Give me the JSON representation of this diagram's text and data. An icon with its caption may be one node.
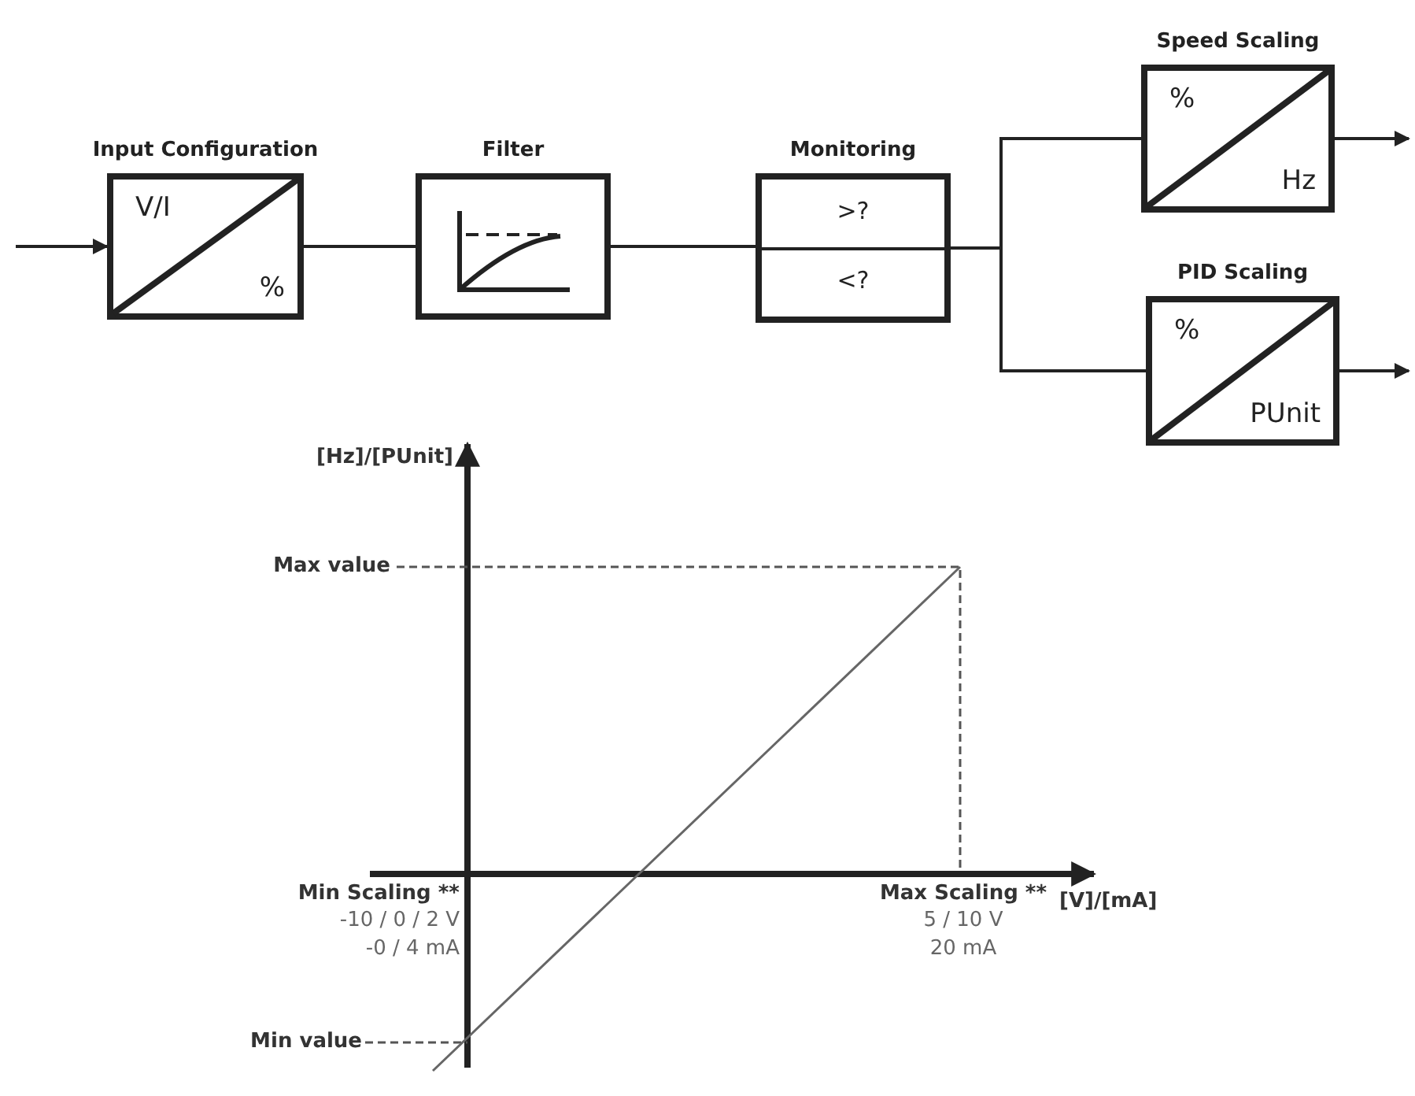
{
  "diagram": {
    "nodes": [
      {
        "text": [
          "Input Configuration",
          "V/I",
          "%"
        ]
      },
      {
        "text": [
          "Filter"
        ]
      },
      {
        "text": [
          "Monitoring",
          ">?",
          "<?"
        ]
      },
      {
        "text": [
          "Speed Scaling",
          "%",
          "Hz"
        ]
      },
      {
        "text": [
          "PID Scaling",
          "%",
          "PUnit"
        ]
      }
    ],
    "edges": [
      {
        "from": null,
        "to": 0,
        "arrow": "to"
      },
      {
        "from": 0,
        "to": 1,
        "arrow": "none"
      },
      {
        "from": 1,
        "to": 2,
        "arrow": "none"
      },
      {
        "from": 2,
        "to": 3,
        "arrow": "none"
      },
      {
        "from": 2,
        "to": 4,
        "arrow": "none"
      },
      {
        "from": 3,
        "to": null,
        "arrow": "to"
      },
      {
        "from": 4,
        "to": null,
        "arrow": "to"
      }
    ],
    "labels": [
      "[Hz]/[PUnit]",
      "Max value",
      "Min Scaling **",
      "-10 / 0 / 2 V",
      "-0 / 4 mA",
      "Max Scaling **",
      "[V]/[mA]",
      "5 / 10 V",
      "20 mA",
      "Min value"
    ]
  }
}
